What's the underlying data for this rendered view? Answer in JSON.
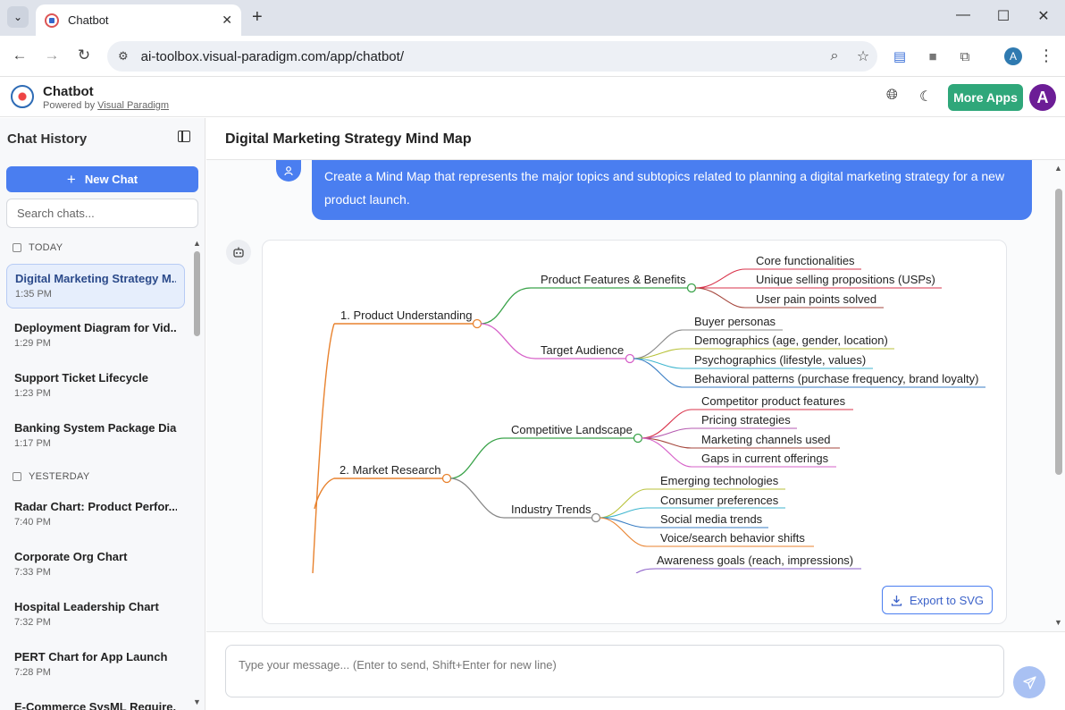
{
  "browser": {
    "tab_title": "Chatbot",
    "url": "ai-toolbox.visual-paradigm.com/app/chatbot/",
    "profile_letter": "A"
  },
  "app": {
    "title": "Chatbot",
    "powered_prefix": "Powered by",
    "powered_link": "Visual Paradigm",
    "more_apps": "More Apps",
    "avatar_letter": "A"
  },
  "sidebar": {
    "title": "Chat History",
    "new_chat": "New Chat",
    "search_placeholder": "Search chats...",
    "sections": {
      "today": "TODAY",
      "yesterday": "YESTERDAY"
    },
    "chats": [
      {
        "title": "Digital Marketing Strategy M...",
        "time": "1:35 PM",
        "active": true
      },
      {
        "title": "Deployment Diagram for Vid...",
        "time": "1:29 PM"
      },
      {
        "title": "Support Ticket Lifecycle",
        "time": "1:23 PM"
      },
      {
        "title": "Banking System Package Dia...",
        "time": "1:17 PM"
      },
      {
        "title": "Radar Chart: Product Perfor...",
        "time": "7:40 PM"
      },
      {
        "title": "Corporate Org Chart",
        "time": "7:33 PM"
      },
      {
        "title": "Hospital Leadership Chart",
        "time": "7:32 PM"
      },
      {
        "title": "PERT Chart for App Launch",
        "time": "7:28 PM"
      },
      {
        "title": "E-Commerce SysML Require...",
        "time": ""
      }
    ]
  },
  "main": {
    "title": "Digital Marketing Strategy Mind Map",
    "user_message": "Create a Mind Map that represents the major topics and subtopics related to planning a digital marketing strategy for a new product launch.",
    "export_label": "Export to SVG",
    "composer_placeholder": "Type your message... (Enter to send, Shift+Enter for new line)"
  },
  "mindmap": {
    "branches": [
      {
        "label": "1. Product Understanding",
        "color": "#e8822e",
        "children": [
          {
            "label": "Product Features & Benefits",
            "color": "#3aa34a",
            "leaves": [
              {
                "label": "Core functionalities",
                "color": "#d9334b"
              },
              {
                "label": "Unique selling propositions (USPs)",
                "color": "#d9334b"
              },
              {
                "label": "User pain points solved",
                "color": "#a5463c"
              }
            ]
          },
          {
            "label": "Target Audience",
            "color": "#d660c8",
            "leaves": [
              {
                "label": "Buyer personas",
                "color": "#888888"
              },
              {
                "label": "Demographics (age, gender, location)",
                "color": "#b8c23a"
              },
              {
                "label": "Psychographics (lifestyle, values)",
                "color": "#3fb6cf"
              },
              {
                "label": "Behavioral patterns (purchase frequency, brand loyalty)",
                "color": "#3a7ec4"
              }
            ]
          }
        ]
      },
      {
        "label": "2. Market Research",
        "color": "#e8822e",
        "children": [
          {
            "label": "Competitive Landscape",
            "color": "#3aa34a",
            "leaves": [
              {
                "label": "Competitor product features",
                "color": "#d9334b"
              },
              {
                "label": "Pricing strategies",
                "color": "#b55ab0"
              },
              {
                "label": "Marketing channels used",
                "color": "#a5463c"
              },
              {
                "label": "Gaps in current offerings",
                "color": "#d660c8"
              }
            ]
          },
          {
            "label": "Industry Trends",
            "color": "#888888",
            "leaves": [
              {
                "label": "Emerging technologies",
                "color": "#b8c23a"
              },
              {
                "label": "Consumer preferences",
                "color": "#3fb6cf"
              },
              {
                "label": "Social media trends",
                "color": "#3a7ec4"
              },
              {
                "label": "Voice/search behavior shifts",
                "color": "#e8822e"
              }
            ]
          }
        ]
      },
      {
        "label": "",
        "color": "#e8822e",
        "children": [
          {
            "label": "",
            "color": "#8a5cc8",
            "leaves": [
              {
                "label": "Awareness goals (reach, impressions)",
                "color": "#8a5cc8"
              }
            ]
          }
        ]
      }
    ]
  }
}
